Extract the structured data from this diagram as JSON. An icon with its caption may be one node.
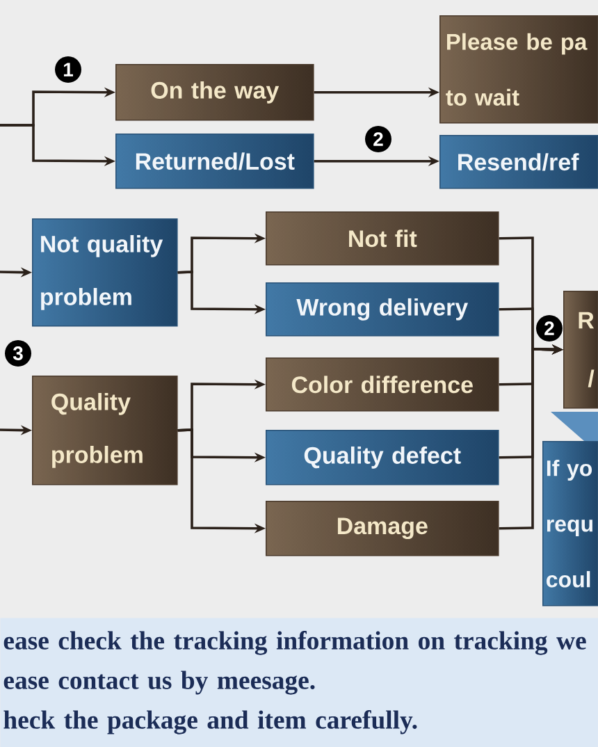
{
  "diagram": {
    "nodes": [
      {
        "text": [
          "On the way"
        ]
      },
      {
        "text": [
          "Please be pa to wait"
        ]
      },
      {
        "text": [
          "Returned/Lost"
        ]
      },
      {
        "text": [
          "Resend/ref"
        ]
      },
      {
        "text": [
          "Not quality problem"
        ]
      },
      {
        "text": [
          "Not fit"
        ]
      },
      {
        "text": [
          "Wrong delivery"
        ]
      },
      {
        "text": [
          "R /"
        ]
      },
      {
        "text": [
          "Quality problem"
        ]
      },
      {
        "text": [
          "Color difference"
        ]
      },
      {
        "text": [
          "Quality defect"
        ]
      },
      {
        "text": [
          "Damage"
        ]
      },
      {
        "text": [
          "If yo requ coul"
        ]
      },
      {
        "text": [
          "ease check the tracking information on tracking we",
          "ease contact us by meesage.",
          "heck the package and item carefully."
        ]
      }
    ],
    "edges": [
      {
        "from": null,
        "to": 0,
        "arrow": "to"
      },
      {
        "from": null,
        "to": 2,
        "arrow": "to"
      },
      {
        "from": 0,
        "to": 1,
        "arrow": "to"
      },
      {
        "from": 2,
        "to": 3,
        "arrow": "to"
      },
      {
        "from": null,
        "to": 4,
        "arrow": "to"
      },
      {
        "from": null,
        "to": 8,
        "arrow": "to"
      },
      {
        "from": 4,
        "to": 5,
        "arrow": "to"
      },
      {
        "from": 4,
        "to": 6,
        "arrow": "to"
      },
      {
        "from": 8,
        "to": 9,
        "arrow": "to"
      },
      {
        "from": 8,
        "to": 10,
        "arrow": "to"
      },
      {
        "from": 8,
        "to": 11,
        "arrow": "to"
      },
      {
        "from": 5,
        "to": 7,
        "arrow": "to"
      },
      {
        "from": 6,
        "to": 7,
        "arrow": "to"
      },
      {
        "from": 9,
        "to": 7,
        "arrow": "to"
      },
      {
        "from": 10,
        "to": 7,
        "arrow": "to"
      },
      {
        "from": 11,
        "to": 7,
        "arrow": "to"
      }
    ],
    "labels": [
      "1",
      "2",
      "2",
      "3"
    ]
  }
}
